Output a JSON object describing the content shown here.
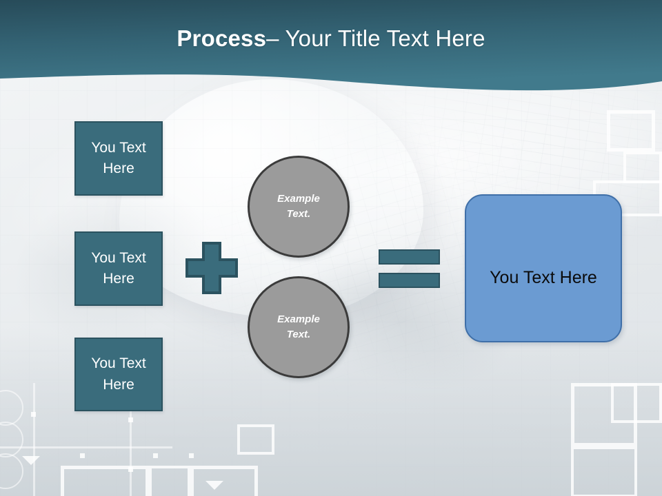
{
  "slide": {
    "title": {
      "strong": "Process",
      "rest": " – Your Title Text Here"
    },
    "theme": {
      "header_top_color": "#2c5361",
      "header_bottom_color": "#3d7384",
      "teal_fill": "#3a6c7c",
      "teal_border": "#2b525f",
      "circle_fill": "#9b9b9b",
      "circle_border": "#3b3b3b",
      "blue_fill": "#6b9bd2",
      "blue_border": "#3f6fa8",
      "background_color": "#e9ecee"
    },
    "input_boxes": [
      {
        "label": "You Text Here"
      },
      {
        "label": "You Text Here"
      },
      {
        "label": "You Text Here"
      }
    ],
    "operators": {
      "plus": "+",
      "equals": "="
    },
    "circles": [
      {
        "line1": "Example",
        "line2": "Text."
      },
      {
        "line1": "Example",
        "line2": "Text."
      }
    ],
    "result_box": {
      "label": "You Text Here"
    }
  }
}
